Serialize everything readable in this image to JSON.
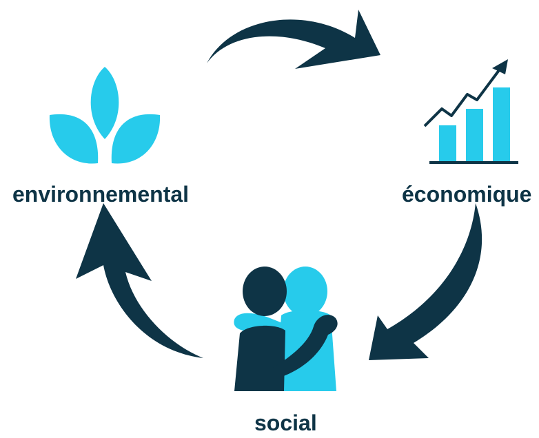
{
  "colors": {
    "dark": "#0e3446",
    "accent": "#27cbeb",
    "background": "#ffffff"
  },
  "nodes": [
    {
      "id": "env",
      "label": "environnemental",
      "icon": "leaf-sprout-icon"
    },
    {
      "id": "eco",
      "label": "économique",
      "icon": "growth-bar-chart-icon"
    },
    {
      "id": "soc",
      "label": "social",
      "icon": "people-hugging-icon"
    }
  ],
  "cycle": [
    "env",
    "eco",
    "soc",
    "env"
  ]
}
